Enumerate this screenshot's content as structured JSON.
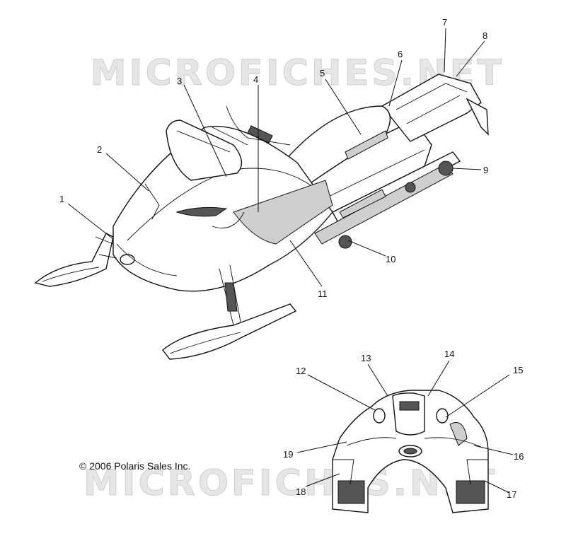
{
  "watermark": "MICROFICHES.NET",
  "copyright": "© 2006 Polaris Sales Inc.",
  "callouts": [
    "1",
    "2",
    "3",
    "4",
    "5",
    "6",
    "7",
    "8",
    "9",
    "10",
    "11",
    "12",
    "13",
    "14",
    "15",
    "16",
    "17",
    "18",
    "19"
  ]
}
